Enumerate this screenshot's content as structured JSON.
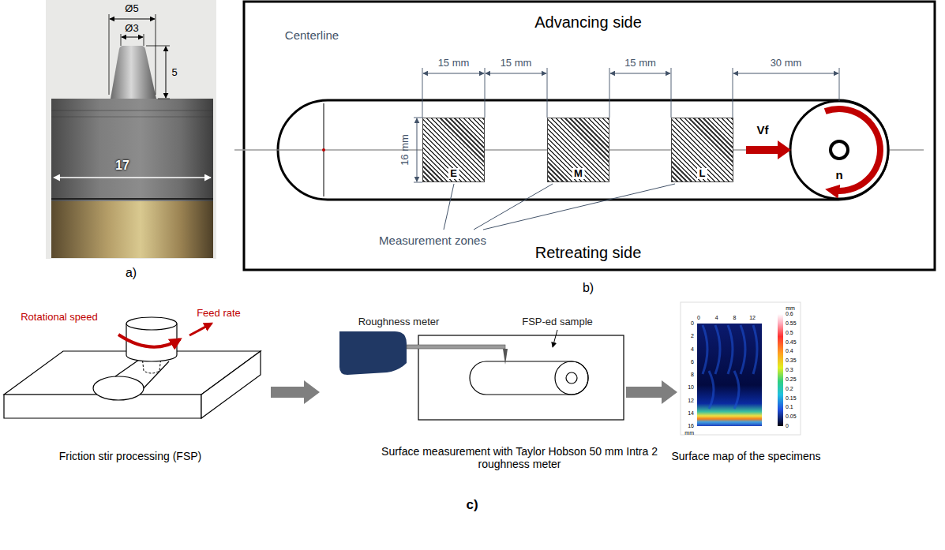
{
  "diagram": {
    "nodes": [
      {
        "text": [
          "E"
        ]
      },
      {
        "text": [
          "M"
        ]
      },
      {
        "text": [
          "L"
        ]
      }
    ],
    "labels": [
      "Ø5",
      "Ø3",
      "5",
      "17",
      "a)",
      "Advancing side",
      "Retreating side",
      "Centerline",
      "15 mm",
      "15 mm",
      "15 mm",
      "30 mm",
      "16 mm",
      "Vf",
      "n",
      "Measurement zones",
      "b)",
      "Rotational speed",
      "Feed rate",
      "Roughness meter",
      "FSP-ed sample",
      "Friction stir processing (FSP)",
      "Surface measurement with Taylor Hobson 50 mm Intra 2 roughness meter",
      "Surface map of the specimens",
      "mm",
      "0.6",
      "0.55",
      "0.5",
      "0.45",
      "0.4",
      "0.35",
      "0.3",
      "0.25",
      "0.2",
      "0.15",
      "0.1",
      "0.05",
      "0",
      "0",
      "4",
      "8",
      "12",
      "0",
      "2",
      "4",
      "6",
      "8",
      "10",
      "12",
      "14",
      "16",
      "mm",
      "c)"
    ]
  }
}
